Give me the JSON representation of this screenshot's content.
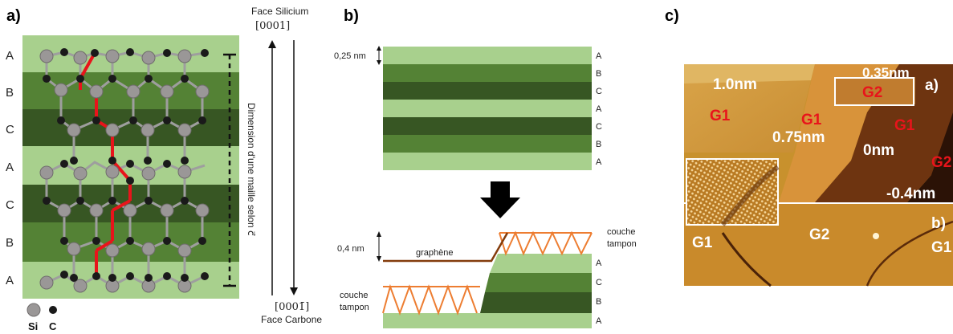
{
  "panels": {
    "a": {
      "label": "a)",
      "layers": [
        "A",
        "B",
        "C",
        "A",
        "C",
        "B",
        "A"
      ],
      "legend": {
        "si": "Si",
        "c": "C"
      },
      "top_face": "Face Silicium",
      "top_index": "[0001]",
      "bottom_index": "[0001̄]",
      "bottom_face": "Face Carbone",
      "dimension_label": "Dimension d'une maille selon c⃗"
    },
    "b": {
      "label": "b)",
      "spacing_top": "0,25 nm",
      "layers_top": [
        "A",
        "B",
        "C",
        "A",
        "C",
        "B",
        "A"
      ],
      "spacing_bottom": "0,4 nm",
      "graphene": "graphène",
      "buffer_right_1": "couche",
      "buffer_right_2": "tampon",
      "buffer_left_1": "couche",
      "buffer_left_2": "tampon",
      "layers_bottom": [
        "A",
        "C",
        "B",
        "A"
      ]
    },
    "c": {
      "label": "c)",
      "texts": {
        "h1": "1.0nm",
        "h2": "0.75nm",
        "h3": "0.35nm",
        "h4": "0nm",
        "h5": "-0.4nm",
        "g1a": "G1",
        "g1b": "G1",
        "g1c": "G1",
        "g2a": "G2",
        "g2b": "G2",
        "g2c": "G2",
        "g1d": "G1",
        "g1e": "G1",
        "sub_a": "a)",
        "sub_b": "b)"
      }
    }
  },
  "colors": {
    "light_green": "#a8d08d",
    "mid_green": "#548235",
    "dark_green": "#375623",
    "bond_red": "#e8141b",
    "buffer_orange": "#ed7d31",
    "graphene_brown": "#843c0c",
    "stm_red": "#e8141b"
  }
}
